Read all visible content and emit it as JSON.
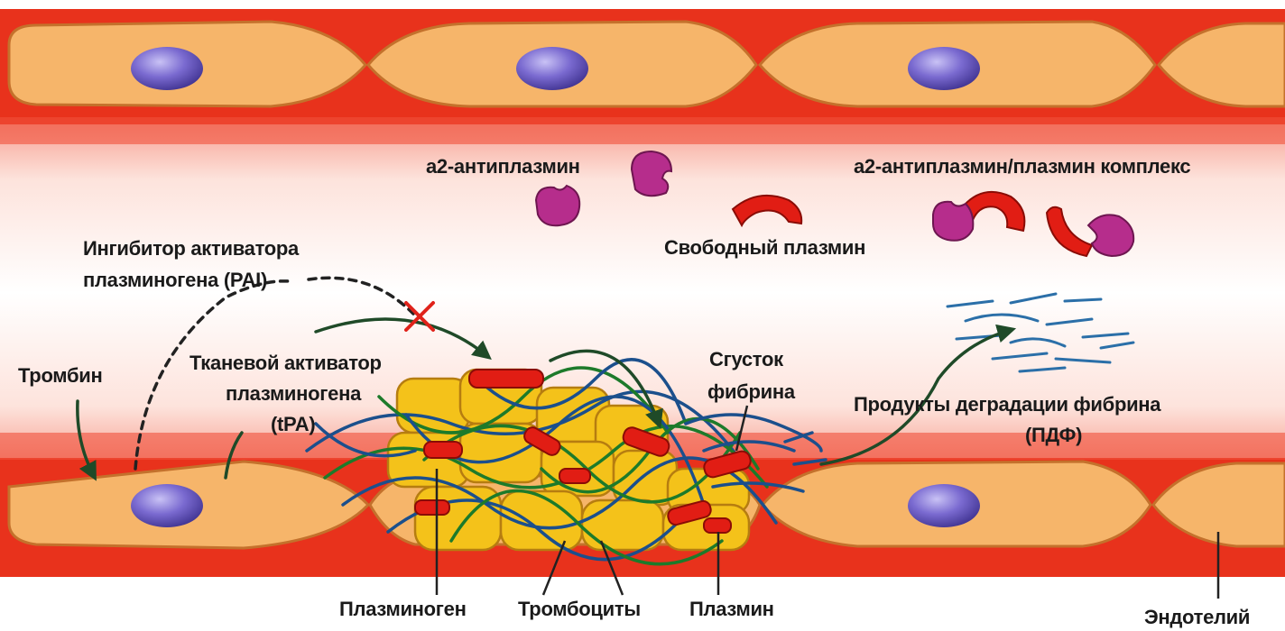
{
  "labels": {
    "a2_antiplasmin": "a2-антиплазмин",
    "a2_complex": "a2-антиплазмин/плазмин комплекс",
    "free_plasmin": "Свободный плазмин",
    "pai_line1": "Ингибитор активатора",
    "pai_line2": "плазминогена (PAI)",
    "thrombin": "Тромбин",
    "tpa_line1": "Тканевой активатор",
    "tpa_line2": "плазминогена",
    "tpa_line3": "(tPA)",
    "clot_line1": "Сгусток",
    "clot_line2": "фибрина",
    "fdp_line1": "Продукты деградации фибрина",
    "fdp_line2": "(ПДФ)",
    "plasminogen": "Плазминоген",
    "platelets": "Тромбоциты",
    "plasmin": "Плазмин",
    "endothelium": "Эндотелий"
  },
  "colors": {
    "vessel_wall": "#e8321c",
    "lumen": "#fff2ee",
    "cell": "#f6b56a",
    "nucleus": "#7a6ad0",
    "platelet": "#f4c21a",
    "plasmin": "#e11d14",
    "antiplasmin": "#b62d8c",
    "fibrin_blue": "#1b4f8c",
    "fibrin_green": "#1d7a2a",
    "arrow": "#1f4a28"
  }
}
